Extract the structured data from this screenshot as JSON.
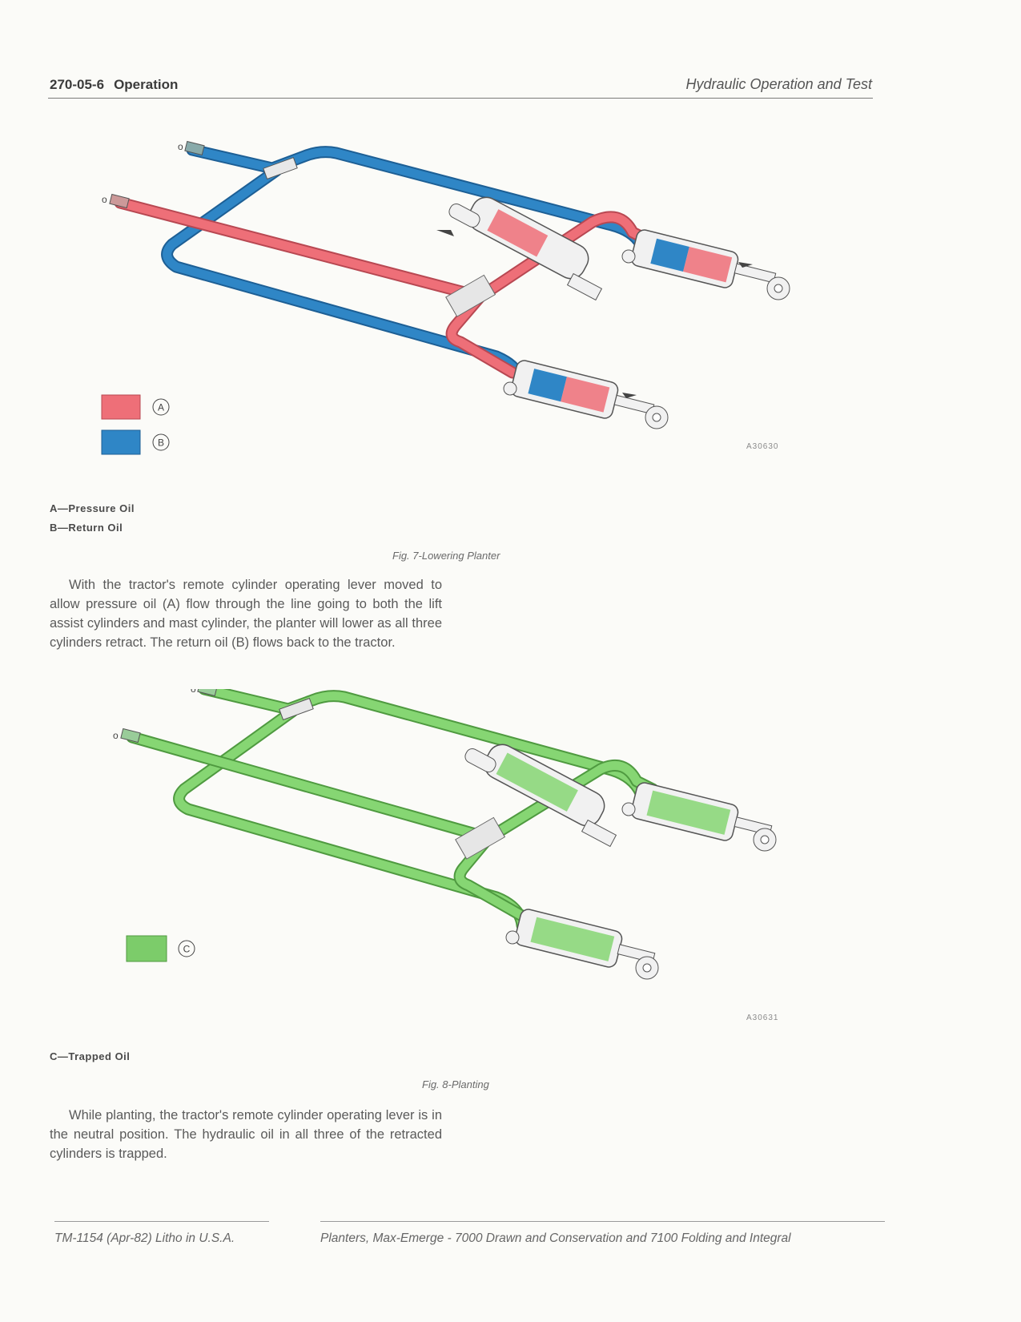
{
  "header": {
    "page_code": "270-05-6",
    "section": "Operation",
    "chapter": "Hydraulic Operation and Test"
  },
  "figure1": {
    "caption": "Fig. 7-Lowering Planter",
    "figure_id": "A30630",
    "legend": [
      {
        "letter": "A",
        "label": "A—Pressure Oil",
        "color": "#ee6f78"
      },
      {
        "letter": "B",
        "label": "B—Return Oil",
        "color": "#2d83c2"
      }
    ],
    "paragraph": "With the tractor's remote cylinder operating lever moved to allow pressure oil (A) flow through the line going to both the lift assist cylinders and mast cylinder, the planter will lower as all three cylinders retract. The return oil (B) flows back to the tractor."
  },
  "figure2": {
    "caption": "Fig. 8-Planting",
    "figure_id": "A30631",
    "legend": [
      {
        "letter": "C",
        "label": "C—Trapped Oil",
        "color": "#7ccc6a"
      }
    ],
    "paragraph": "While planting, the tractor's remote cylinder operating lever is in the neutral position. The hydraulic oil in all three of the retracted cylinders is trapped."
  },
  "footer": {
    "left": "TM-1154 (Apr-82) Litho in U.S.A.",
    "right": "Planters, Max-Emerge - 7000 Drawn and Conservation and 7100 Folding and Integral"
  }
}
